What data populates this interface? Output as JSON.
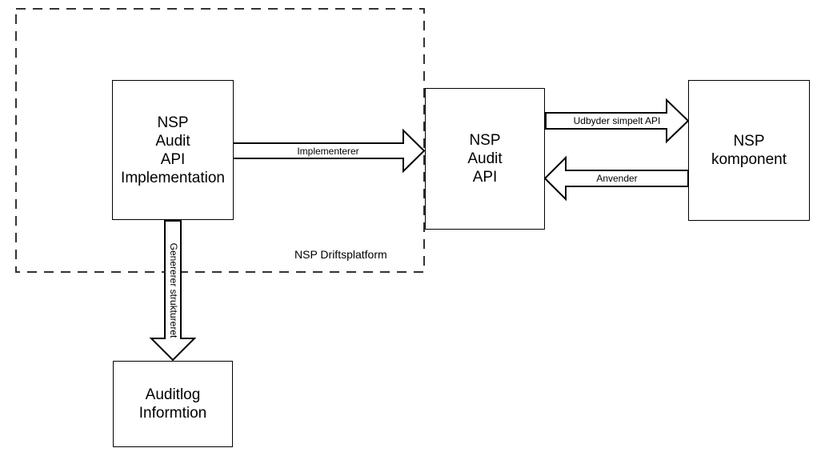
{
  "diagram": {
    "container": {
      "label": "NSP Driftsplatform"
    },
    "nodes": {
      "implementation": {
        "lines": [
          "NSP",
          "Audit",
          "API",
          "Implementation"
        ]
      },
      "audit_api": {
        "lines": [
          "NSP",
          "Audit",
          "API"
        ]
      },
      "komponent": {
        "lines": [
          "NSP",
          "komponent"
        ]
      },
      "auditlog": {
        "lines": [
          "Auditlog",
          "Informtion"
        ]
      }
    },
    "edges": {
      "implementerer": {
        "label": "Implementerer",
        "from": "implementation",
        "to": "audit_api",
        "direction": "right"
      },
      "udbyder": {
        "label": "Udbyder simpelt API",
        "from": "audit_api",
        "to": "komponent",
        "direction": "right"
      },
      "anvender": {
        "label": "Anvender",
        "from": "komponent",
        "to": "audit_api",
        "direction": "left"
      },
      "genererer": {
        "label": "Genererer struktureret",
        "from": "implementation",
        "to": "auditlog",
        "direction": "down"
      }
    },
    "colors": {
      "background": "#ffffff",
      "node_border": "#000000",
      "node_fill": "#ffffff",
      "arrow_outline": "#000000",
      "arrow_fill": "#ffffff",
      "dashed_border": "#333333",
      "text": "#000000"
    }
  }
}
